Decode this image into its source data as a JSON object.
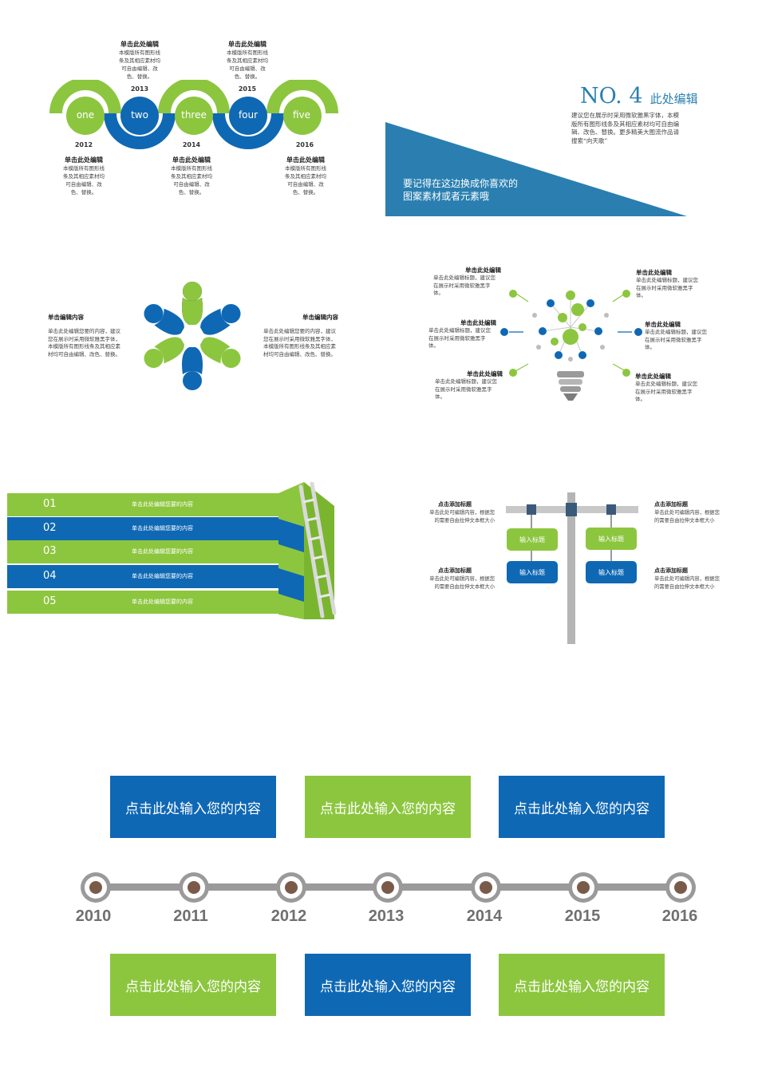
{
  "colors": {
    "green": "#8cc63f",
    "blue": "#0f68b4",
    "dark_blue": "#2a7fb0",
    "gray": "#9a9a9a"
  },
  "wave_timeline": {
    "circles": [
      "one",
      "two",
      "three",
      "four",
      "five"
    ],
    "years_top": [
      "2013",
      "2015"
    ],
    "years_bottom": [
      "2012",
      "2014",
      "2016"
    ],
    "top_items": [
      {
        "title": "单击此处编辑",
        "body": [
          "本模版所有图形线",
          "条及其相应素材均",
          "可自由编辑、改",
          "色、替换。"
        ]
      },
      {
        "title": "单击此处编辑",
        "body": [
          "本模版所有图形线",
          "条及其相应素材均",
          "可自由编辑、改",
          "色、替换。"
        ]
      }
    ],
    "bottom_items": [
      {
        "title": "单击此处编辑",
        "body": [
          "本模版所有图形线",
          "条及其相应素材均",
          "可自由编辑、改",
          "色、替换。"
        ]
      },
      {
        "title": "单击此处编辑",
        "body": [
          "本模版所有图形线",
          "条及其相应素材均",
          "可自由编辑、改",
          "色、替换。"
        ]
      },
      {
        "title": "单击此处编辑",
        "body": [
          "本模版所有图形线",
          "条及其相应素材均",
          "可自由编辑、改",
          "色、替换。"
        ]
      }
    ]
  },
  "no4": {
    "title_no": "NO. 4",
    "title_text": "此处编辑",
    "body": [
      "建议您在展示时采用微软雅黑字体，本模",
      "版所有图形线条及其相应素材均可自由编",
      "辑、改色、替换。更多精美大图流作品请",
      "搜索“向天歌”"
    ],
    "triangle_text": [
      "要记得在这边换成你喜欢的",
      "图案素材或者元素哦"
    ]
  },
  "people": {
    "left": {
      "title": "单击编辑内容",
      "body": [
        "单击此处编辑您要的内容，建议",
        "您在展示时采用微软雅黑字体，",
        "本模版所有图形线条及其相应素",
        "材均可自由编辑、改色、替换。"
      ]
    },
    "right": {
      "title": "单击编辑内容",
      "body": [
        "单击此处编辑您要的内容，建议",
        "您在展示时采用微软雅黑字体，",
        "本模版所有图形线条及其相应素",
        "材均可自由编辑、改色、替换。"
      ]
    }
  },
  "bulb": {
    "items": [
      {
        "title": "单击此处编辑",
        "body": [
          "单击此处编辑标题，建议您",
          "在展示时采用微软雅黑字",
          "体。"
        ]
      },
      {
        "title": "单击此处编辑",
        "body": [
          "单击此处编辑标题，建议您",
          "在展示时采用微软雅黑字",
          "体。"
        ]
      },
      {
        "title": "单击此处编辑",
        "body": [
          "单击此处编辑标题，建议您",
          "在展示时采用微软雅黑字",
          "体。"
        ]
      },
      {
        "title": "单击此处编辑",
        "body": [
          "单击此处编辑标题，建议您",
          "在展示时采用微软雅黑字",
          "体。"
        ]
      },
      {
        "title": "单击此处编辑",
        "body": [
          "单击此处编辑标题，建议您",
          "在展示时采用微软雅黑字",
          "体。"
        ]
      },
      {
        "title": "单击此处编辑",
        "body": [
          "单击此处编辑标题，建议您",
          "在展示时采用微软雅黑字",
          "体。"
        ]
      }
    ]
  },
  "stairs": {
    "rows": [
      {
        "num": "01",
        "text": "单击此处编辑您要的内容"
      },
      {
        "num": "02",
        "text": "单击此处编辑您要的内容"
      },
      {
        "num": "03",
        "text": "单击此处编辑您要的内容"
      },
      {
        "num": "04",
        "text": "单击此处编辑您要的内容"
      },
      {
        "num": "05",
        "text": "单击此处编辑您要的内容"
      }
    ]
  },
  "signpost": {
    "items": [
      {
        "title": "点击添加标题",
        "body": [
          "单击此处可编辑内容，根据您",
          "的需要自由拉伸文本框大小"
        ]
      },
      {
        "title": "点击添加标题",
        "body": [
          "单击此处可编辑内容，根据您",
          "的需要自由拉伸文本框大小"
        ]
      },
      {
        "title": "点击添加标题",
        "body": [
          "单击此处可编辑内容，根据您",
          "的需要自由拉伸文本框大小"
        ]
      },
      {
        "title": "点击添加标题",
        "body": [
          "单击此处可编辑内容，根据您",
          "的需要自由拉伸文本框大小"
        ]
      }
    ],
    "buttons": [
      "输入标题",
      "输入标题",
      "输入标题",
      "输入标题"
    ]
  },
  "year_timeline": {
    "years": [
      "2010",
      "2011",
      "2012",
      "2013",
      "2014",
      "2015",
      "2016"
    ],
    "top_boxes": [
      "点击此处输入您的内容",
      "点击此处输入您的内容",
      "点击此处输入您的内容"
    ],
    "bottom_boxes": [
      "点击此处输入您的内容",
      "点击此处输入您的内容",
      "点击此处输入您的内容"
    ]
  }
}
